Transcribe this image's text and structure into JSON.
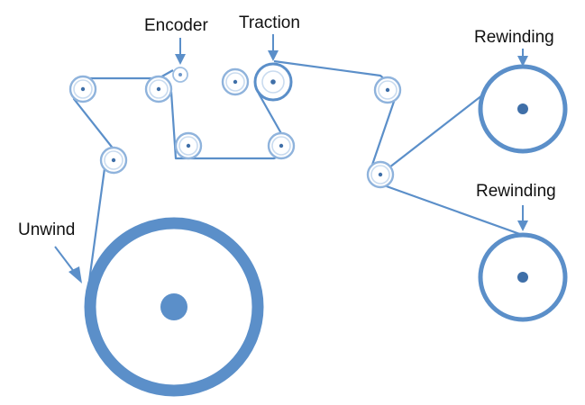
{
  "labels": {
    "encoder": "Encoder",
    "traction": "Traction",
    "rewinding_top": "Rewinding",
    "rewinding_bottom": "Rewinding",
    "unwind": "Unwind"
  },
  "colors": {
    "web": "#5b8fc9",
    "roll": "#5b8fc9",
    "roller_rim": "#8fb3dc",
    "hub": "#3f6fa8"
  }
}
